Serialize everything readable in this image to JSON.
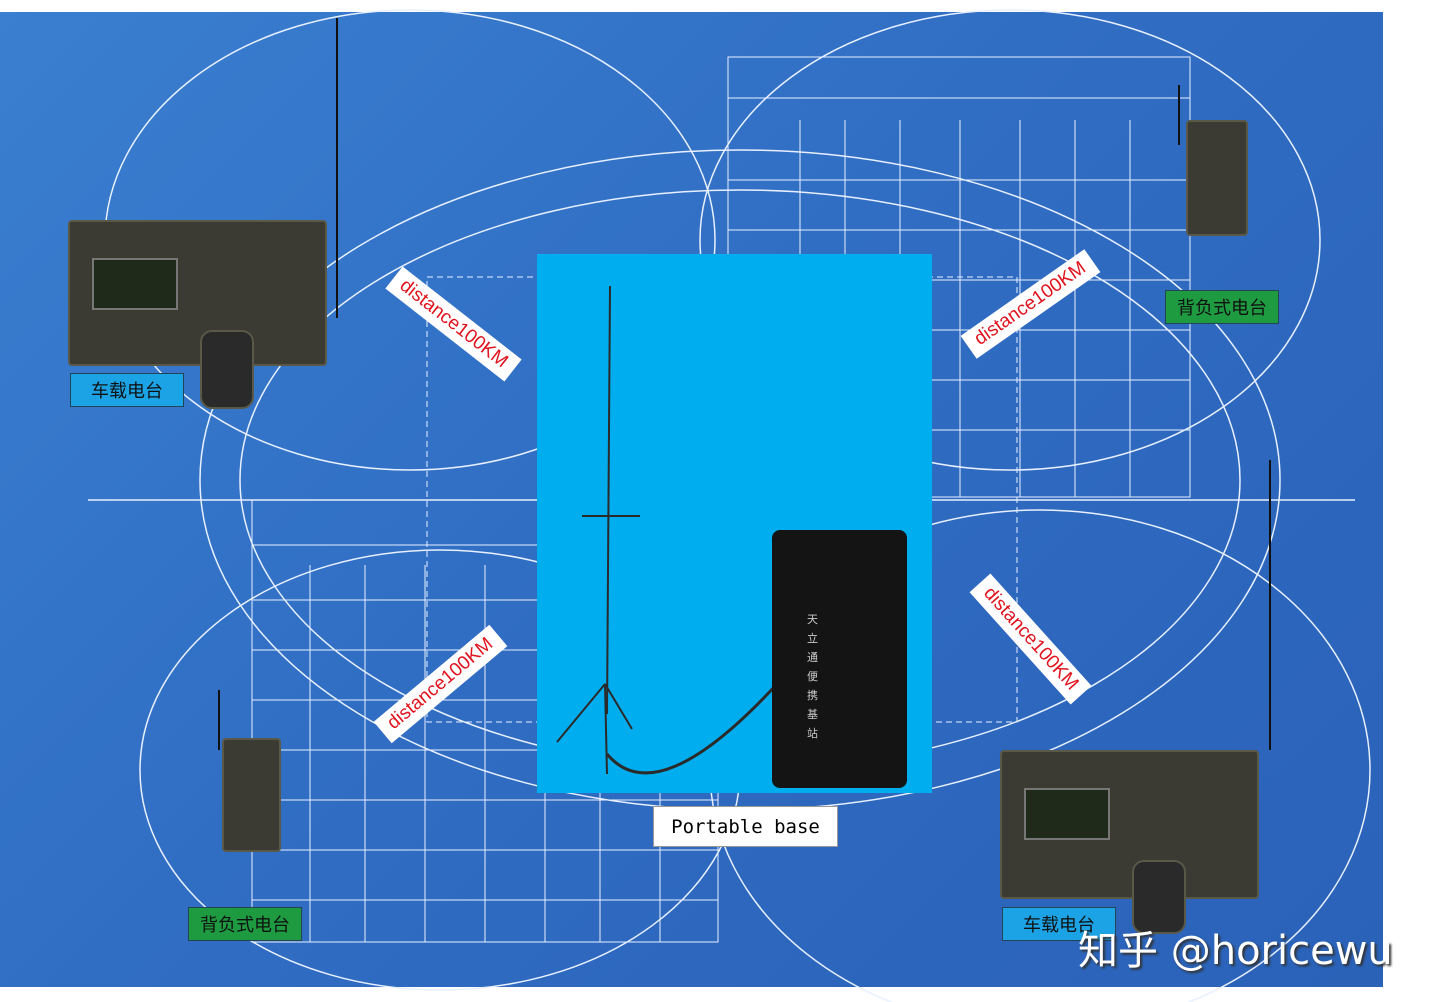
{
  "center": {
    "label": "Portable base",
    "case_text": "天立通便携基站"
  },
  "distance_labels": [
    "distance100KM",
    "distance100KM",
    "distance100KM",
    "distance100KM"
  ],
  "devices": {
    "top_left": "车载电台",
    "top_right": "背负式电台",
    "bottom_left": "背负式电台",
    "bottom_right": "车载电台"
  },
  "watermark": "知乎 @horicewu",
  "colors": {
    "background": "#2f6cc2",
    "center": "#00aeef",
    "vehicle_tag": "#1ba3e6",
    "backpack_tag": "#1e9a40",
    "distance_text": "#e0141e"
  }
}
